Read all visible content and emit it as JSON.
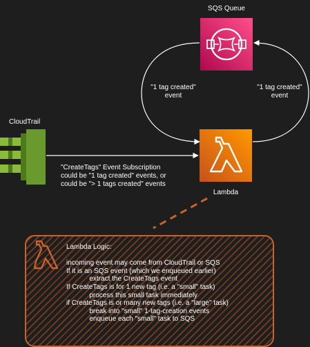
{
  "sqs": {
    "title": "SQS Queue",
    "left_edge_label": "\"1 tag created\"\nevent",
    "right_edge_label": "\"1 tag created\"\nevent"
  },
  "cloudtrail": {
    "title": "CloudTrail"
  },
  "lambda": {
    "title": "Lambda"
  },
  "subscription_label": "\"CreateTags\" Event Subscription\ncould be \"1 tag created\" events, or\ncould be \"> 1 tags created\" events",
  "logic": {
    "title": "Lambda Logic:",
    "lines": [
      "",
      "incoming event may come from CloudTrail or SQS",
      "If it is an SQS event (which we enqueued earlier)",
      "            extract the CreateTags event",
      "If CreateTags is for 1 new tag (i.e. a \"small\" task)",
      "            process this small task immediately",
      "if CreateTags is or many new tags (i.e. a \"large\" task)",
      "            break into \"small\" 1-tag-creation events",
      "            enqueue each \"small\" task to SQS"
    ]
  },
  "colors": {
    "sqs": "#e7157b",
    "lambda": "#ed7100",
    "cloudtrail": "#6a9a2e",
    "note_border": "#c8632d"
  },
  "icons": {
    "sqs": "sqs-queue-icon",
    "lambda": "lambda-icon",
    "cloudtrail": "cloudtrail-icon"
  }
}
